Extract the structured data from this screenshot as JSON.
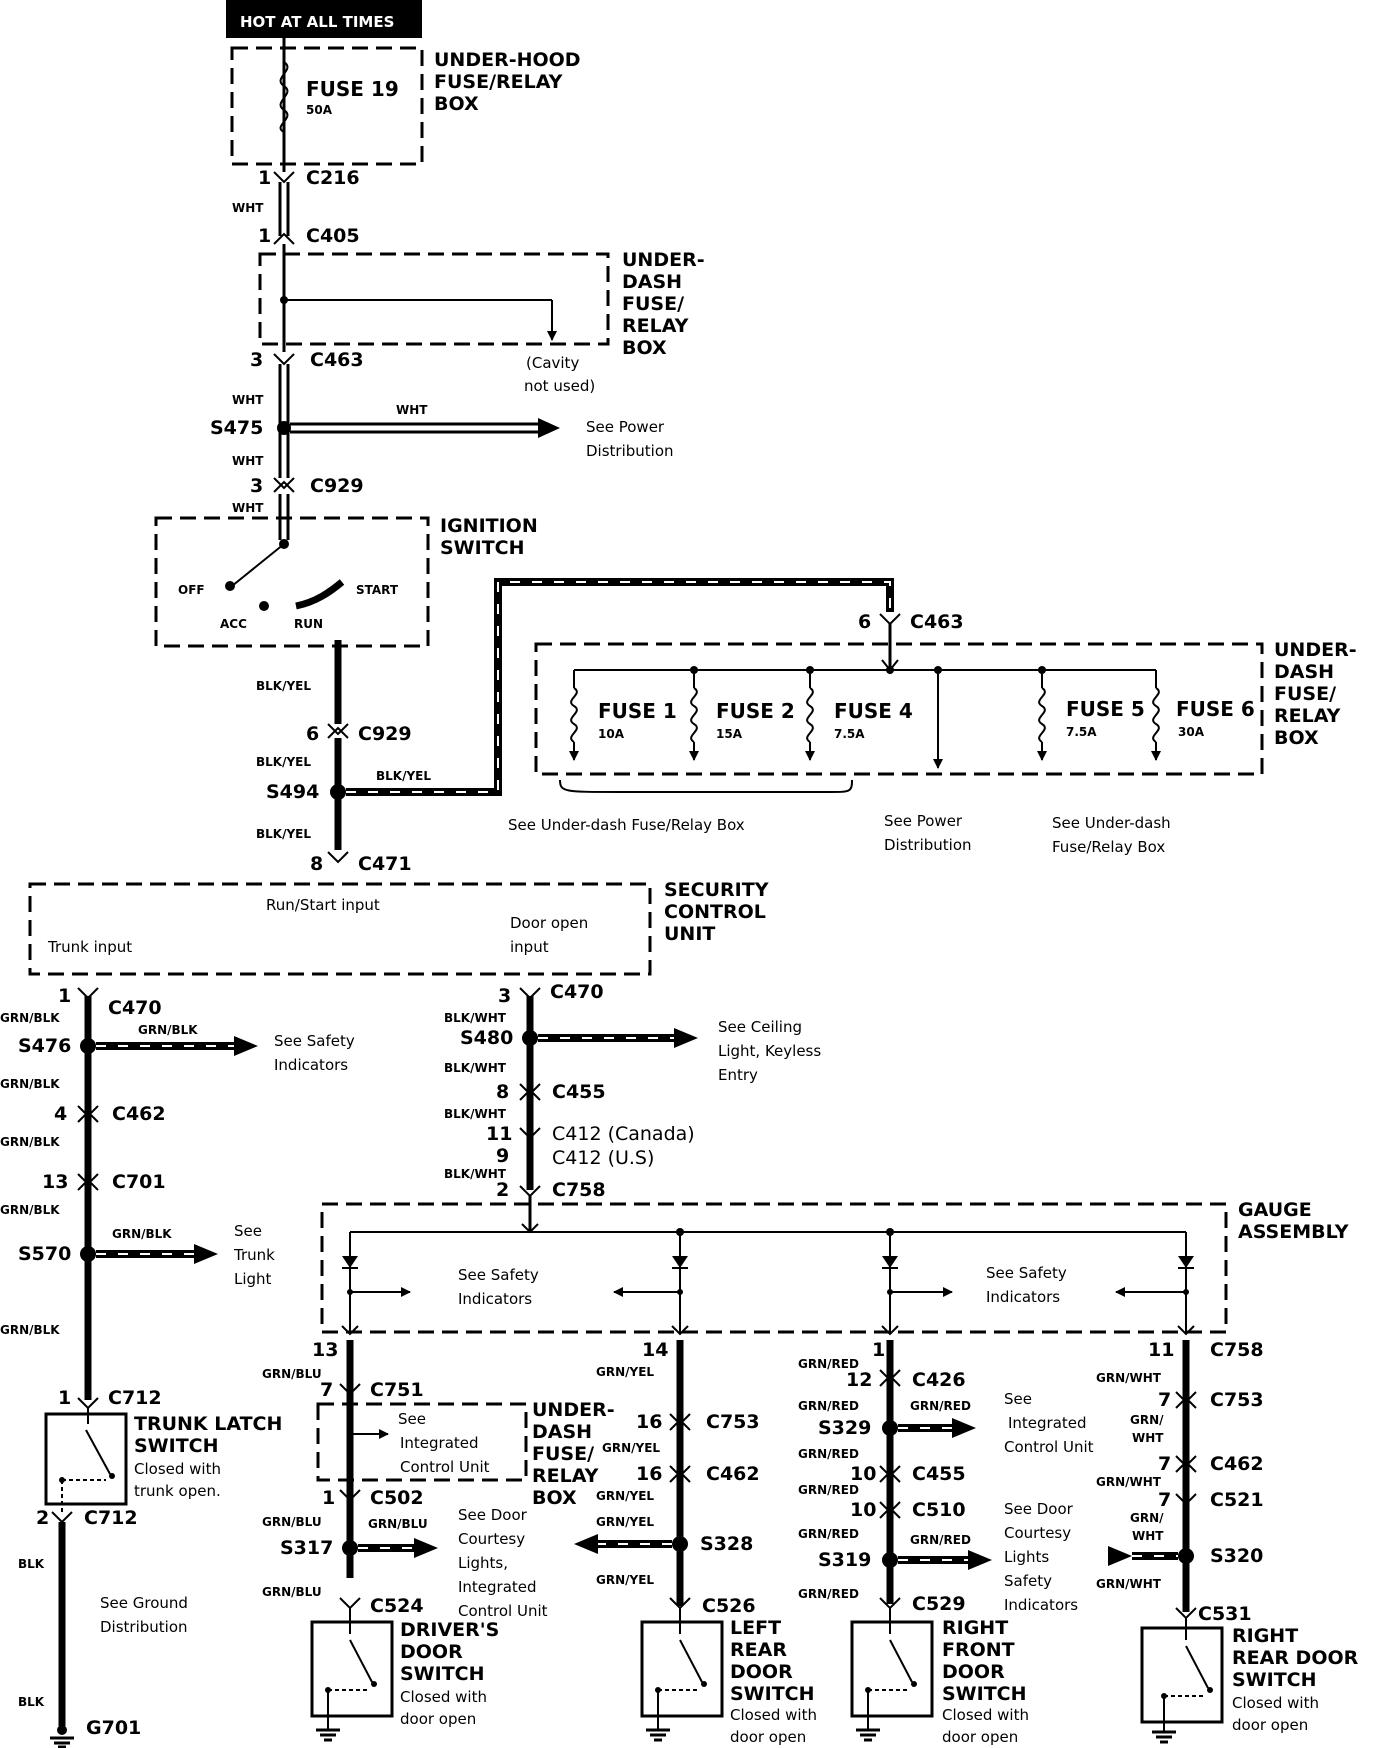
{
  "header": {
    "hot_label": "HOT AT ALL TIMES"
  },
  "boxes": {
    "underhood": {
      "l1": "UNDER-HOOD",
      "l2": "FUSE/RELAY",
      "l3": "BOX"
    },
    "underdash_top": {
      "l1": "UNDER-",
      "l2": "DASH",
      "l3": "FUSE/",
      "l4": "RELAY",
      "l5": "BOX"
    },
    "ignition": {
      "l1": "IGNITION",
      "l2": "SWITCH"
    },
    "underdash_mid": {
      "l1": "UNDER-",
      "l2": "DASH",
      "l3": "FUSE/",
      "l4": "RELAY",
      "l5": "BOX"
    },
    "security": {
      "l1": "SECURITY",
      "l2": "CONTROL",
      "l3": "UNIT"
    },
    "gauge": {
      "l1": "GAUGE",
      "l2": "ASSEMBLY"
    },
    "underdash_small": {
      "l1": "UNDER-",
      "l2": "DASH",
      "l3": "FUSE/",
      "l4": "RELAY",
      "l5": "BOX"
    }
  },
  "fuses": {
    "f19": {
      "name": "FUSE 19",
      "amp": "50A"
    },
    "f1": {
      "name": "FUSE 1",
      "amp": "10A"
    },
    "f2": {
      "name": "FUSE 2",
      "amp": "15A"
    },
    "f4": {
      "name": "FUSE 4",
      "amp": "7.5A"
    },
    "f5": {
      "name": "FUSE 5",
      "amp": "7.5A"
    },
    "f6": {
      "name": "FUSE 6",
      "amp": "30A"
    }
  },
  "ignition_pos": {
    "off": "OFF",
    "acc": "ACC",
    "run": "RUN",
    "start": "START"
  },
  "security_inputs": {
    "runstart": "Run/Start input",
    "trunk": "Trunk input",
    "door1": "Door open",
    "door2": "input"
  },
  "connectors": {
    "c216": "C216",
    "c405": "C405",
    "c463a": "C463",
    "c929a": "C929",
    "c463b": "C463",
    "c929b": "C929",
    "c471": "C471",
    "c470a": "C470",
    "c470b": "C470",
    "c455a": "C455",
    "c412a": "C412 (Canada)",
    "c412b": "C412 (U.S)",
    "c758a": "C758",
    "c462a": "C462",
    "c701": "C701",
    "c712a": "C712",
    "c712b": "C712",
    "c751": "C751",
    "c502": "C502",
    "c524": "C524",
    "c753a": "C753",
    "c462b": "C462",
    "c526": "C526",
    "c426": "C426",
    "c455b": "C455",
    "c510": "C510",
    "c529": "C529",
    "c758b": "C758",
    "c753b": "C753",
    "c462c": "C462",
    "c521": "C521",
    "c531": "C531"
  },
  "splices": {
    "s475": "S475",
    "s494": "S494",
    "s476": "S476",
    "s480": "S480",
    "s570": "S570",
    "s317": "S317",
    "s328": "S328",
    "s329": "S329",
    "s319": "S319",
    "s320": "S320"
  },
  "ground": "G701",
  "pins": {
    "p1a": "1",
    "p1b": "1",
    "p3a": "3",
    "p3b": "3",
    "p6a": "6",
    "p6b": "6",
    "p8": "8",
    "p1c": "1",
    "p3c": "3",
    "p4": "4",
    "p13a": "13",
    "p1d": "1",
    "p2a": "2",
    "p8b": "8",
    "p11a": "11",
    "p9": "9",
    "p2b": "2",
    "p13b": "13",
    "p7a": "7",
    "p1e": "1",
    "p14": "14",
    "p16a": "16",
    "p16b": "16",
    "p1f": "1",
    "p12": "12",
    "p10a": "10",
    "p10b": "10",
    "p11b": "11",
    "p7b": "7",
    "p7c": "7",
    "p7d": "7"
  },
  "wire_colors": {
    "wht": "WHT",
    "blkyel": "BLK/YEL",
    "grnblk": "GRN/BLK",
    "blkwht": "BLK/WHT",
    "blk": "BLK",
    "grnblu": "GRN/BLU",
    "grnyel": "GRN/YEL",
    "grnred": "GRN/RED",
    "grnwht": "GRN/WHT",
    "grnslash": "GRN/",
    "whtonly": "WHT"
  },
  "notes": {
    "cavity1": "(Cavity",
    "cavity2": "not used)",
    "pd1": "See Power",
    "pd2": "Distribution",
    "udfb": "See Under-dash Fuse/Relay Box",
    "pd3": "See Power",
    "pd4": "Distribution",
    "udfb2a": "See Under-dash",
    "udfb2b": "Fuse/Relay Box",
    "safety1": "See Safety",
    "safety2": "Indicators",
    "ceil1": "See Ceiling",
    "ceil2": "Light, Keyless",
    "ceil3": "Entry",
    "trunk1": "See",
    "trunk2": "Trunk",
    "trunk3": "Light",
    "gsafe1a": "See Safety",
    "gsafe1b": "Indicators",
    "gsafe2a": "See Safety",
    "gsafe2b": "Indicators",
    "icu1": "See",
    "icu2": "Integrated",
    "icu3": "Control Unit",
    "icu4": "See",
    "icu5": "Integrated",
    "icu6": "Control Unit",
    "dcl1": "See Door",
    "dcl2": "Courtesy",
    "dcl3": "Lights,",
    "dcl4": "Integrated",
    "dcl5": "Control Unit",
    "dcl6": "See Door",
    "dcl7": "Courtesy",
    "dcl8": "Lights",
    "dcl9": "Safety",
    "dcl10": "Indicators",
    "gnd1": "See Ground",
    "gnd2": "Distribution"
  },
  "switches": {
    "trunk": {
      "l1": "TRUNK LATCH",
      "l2": "SWITCH",
      "l3": "Closed with",
      "l4": "trunk open."
    },
    "driver": {
      "l1": "DRIVER'S",
      "l2": "DOOR",
      "l3": "SWITCH",
      "l4": "Closed with",
      "l5": "door open"
    },
    "leftrear": {
      "l1": "LEFT",
      "l2": "REAR",
      "l3": "DOOR",
      "l4": "SWITCH",
      "l5": "Closed with",
      "l6": "door open"
    },
    "rightfront": {
      "l1": "RIGHT",
      "l2": "FRONT",
      "l3": "DOOR",
      "l4": "SWITCH",
      "l5": "Closed with",
      "l6": "door open"
    },
    "rightrear": {
      "l1": "RIGHT",
      "l2": "REAR DOOR",
      "l3": "SWITCH",
      "l4": "Closed with",
      "l5": "door open"
    }
  }
}
